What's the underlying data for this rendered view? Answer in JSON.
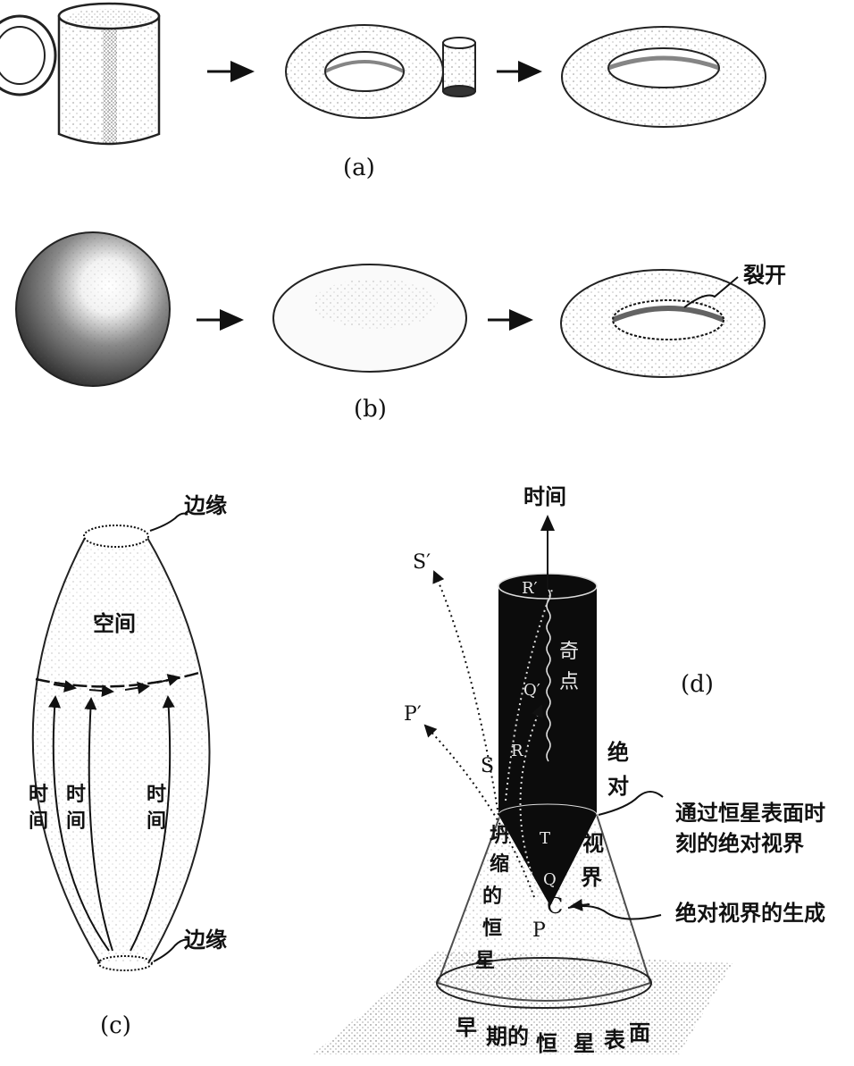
{
  "panel_a": {
    "caption": "(a)"
  },
  "panel_b": {
    "caption": "(b)",
    "tear_label": "裂开"
  },
  "panel_c": {
    "caption": "(c)",
    "top_edge_label": "边缘",
    "bottom_edge_label": "边缘",
    "space_label": "空间",
    "time_labels": [
      [
        "时",
        "间"
      ],
      [
        "时",
        "间"
      ],
      [
        "时",
        "间"
      ]
    ]
  },
  "panel_d": {
    "caption": "(d)",
    "time_axis_label": "时间",
    "singularity_label": [
      "奇",
      "点"
    ],
    "absolute_label": [
      "绝",
      "对"
    ],
    "horizon_label": [
      "视",
      "界"
    ],
    "collapsing_star_label": [
      "坍",
      "缩",
      "的",
      "恒",
      "星"
    ],
    "early_surface_label": [
      "早",
      "期的",
      "恒",
      "星",
      "表",
      "面"
    ],
    "horizon_through_surface_label": [
      "通过恒星表面时",
      "刻的绝对视界"
    ],
    "horizon_formation_label": "绝对视界的生成",
    "points": {
      "S_prime": "S′",
      "P_prime": "P′",
      "S": "S",
      "P": "P",
      "R_prime": "R′",
      "Q_prime": "Q′",
      "R": "R",
      "Q": "Q",
      "C": "C",
      "T": "T"
    }
  }
}
